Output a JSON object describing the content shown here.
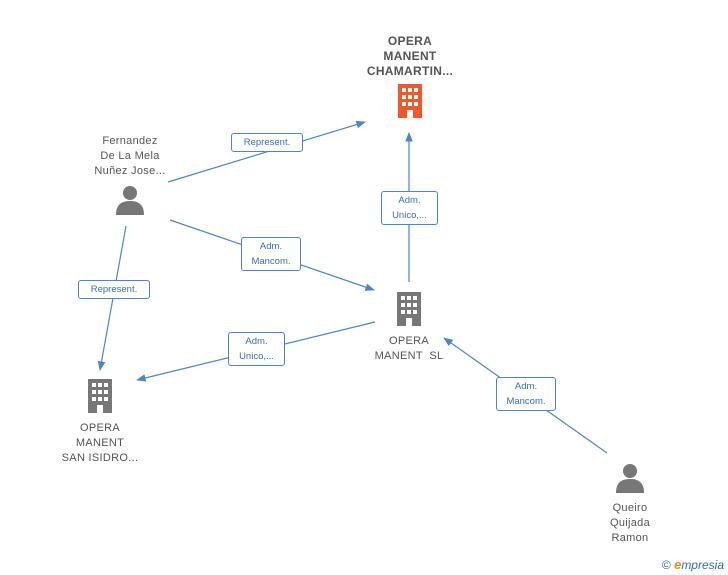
{
  "nodes": {
    "chamartin": {
      "lines": [
        "OPERA",
        "MANENT",
        "CHAMARTIN..."
      ],
      "color": "#f05a28"
    },
    "fernandez": {
      "lines": [
        "Fernandez",
        "De La Mela",
        "Nuñez Jose..."
      ],
      "color": "#777777"
    },
    "operasl": {
      "lines": [
        "OPERA",
        "MANENT  SL"
      ],
      "color": "#777777"
    },
    "isidro": {
      "lines": [
        "OPERA",
        "MANENT",
        "SAN ISIDRO..."
      ],
      "color": "#777777"
    },
    "queiro": {
      "lines": [
        "Queiro",
        "Quijada",
        "Ramon"
      ],
      "color": "#777777"
    }
  },
  "edges": {
    "e1": [
      "Represent."
    ],
    "e2": [
      "Adm.",
      "Mancom."
    ],
    "e3": [
      "Represent."
    ],
    "e4": [
      "Adm.",
      "Unico,..."
    ],
    "e5": [
      "Adm.",
      "Unico,..."
    ],
    "e6": [
      "Adm.",
      "Mancom."
    ]
  },
  "footer": {
    "copyright": "©",
    "brand_initial": "e",
    "brand_rest": "mpresia"
  },
  "colors": {
    "edge": "#4a86d0"
  }
}
